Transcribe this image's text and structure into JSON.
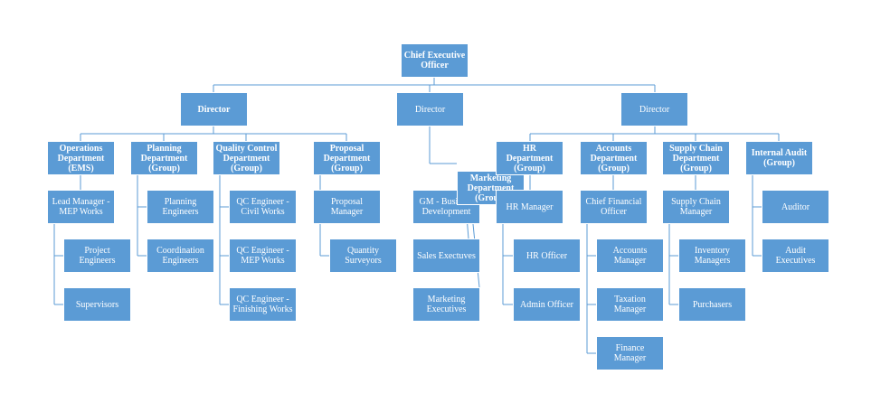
{
  "colors": {
    "box_fill": "#5b9bd5",
    "box_text": "#ffffff",
    "line": "#5b9bd5"
  },
  "nodes": {
    "ceo": "Chief Executive Officer",
    "dir_left": "Director",
    "dir_mid": "Director",
    "dir_right": "Director",
    "ops": "Operations Department (EMS)",
    "lead": "Lead Manager - MEP Works",
    "proj_eng": "Project Engineers",
    "supervisors": "Supervisors",
    "planning": "Planning Department (Group)",
    "plan_eng": "Planning Engineers",
    "coord_eng": "Coordination Engineers",
    "qc": "Quality Control Department (Group)",
    "qc_civil": "QC Engineer - Civil Works",
    "qc_mep": "QC Engineer - MEP Works",
    "qc_fin": "QC Engineer - Finishing Works",
    "proposal": "Proposal Department (Group)",
    "prop_mgr": "Proposal Manager",
    "qs": "Quantity Surveyors",
    "marketing": "Marketing Department (Group)",
    "gm": "GM - Business Development",
    "sales": "Sales Exectuves",
    "mkt_exec": "Marketing Executives",
    "hr": "HR Department (Group)",
    "hr_mgr": "HR Manager",
    "hr_off": "HR Officer",
    "admin_off": "Admin Officer",
    "accounts": "Accounts Department (Group)",
    "cfo": "Chief Financial Officer",
    "acc_mgr": "Accounts Manager",
    "tax_mgr": "Taxation Manager",
    "fin_mgr": "Finance Manager",
    "supply": "Supply Chain Department (Group)",
    "sc_mgr": "Supply Chain Manager",
    "inv_mgr": "Inventory Managers",
    "purchasers": "Purchasers",
    "audit": "Internal Audit (Group)",
    "auditor": "Auditor",
    "audit_exec": "Audit Executives"
  }
}
